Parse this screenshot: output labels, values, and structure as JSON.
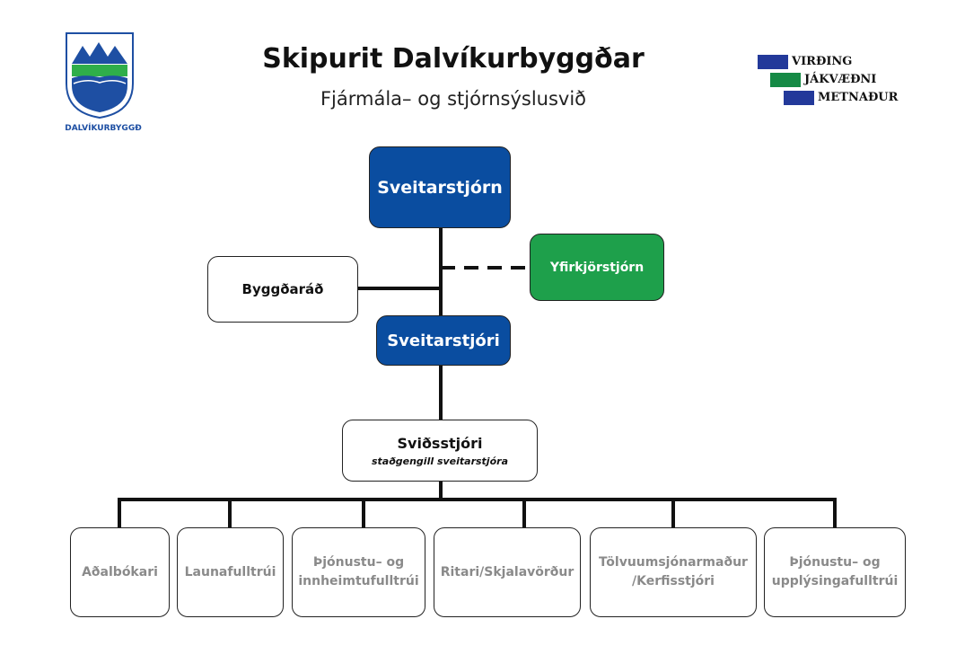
{
  "header": {
    "title": "Skipurit Dalvíkurbyggðar",
    "subtitle": "Fjármála– og stjórnsýslusvið"
  },
  "logo": {
    "name": "DALVÍKURBYGGÐ"
  },
  "values": [
    {
      "label": "VIRÐING",
      "color": "#23399a"
    },
    {
      "label": "JÁKVÆÐNI",
      "color": "#158a45"
    },
    {
      "label": "METNAÐUR",
      "color": "#23399a"
    }
  ],
  "colors": {
    "blue": "#0a4da0",
    "green": "#1ea04b"
  },
  "nodes": {
    "council": "Sveitarstjórn",
    "election_board": "Yfirkjörstjórn",
    "municipal_board": "Byggðaráð",
    "mayor": "Sveitarstjóri",
    "director": "Sviðsstjóri",
    "director_sub": "staðgengill sveitarstjóra"
  },
  "staff": [
    {
      "line1": "Aðalbókari",
      "line2": ""
    },
    {
      "line1": "Launafulltrúi",
      "line2": ""
    },
    {
      "line1": "Þjónustu– og",
      "line2": "innheimtufulltrúi"
    },
    {
      "line1": "Ritari/Skjalavörður",
      "line2": ""
    },
    {
      "line1": "Tölvuumsjónarmaður",
      "line2": "/Kerfisstjóri"
    },
    {
      "line1": "Þjónustu– og",
      "line2": "upplýsingafulltrúi"
    }
  ]
}
